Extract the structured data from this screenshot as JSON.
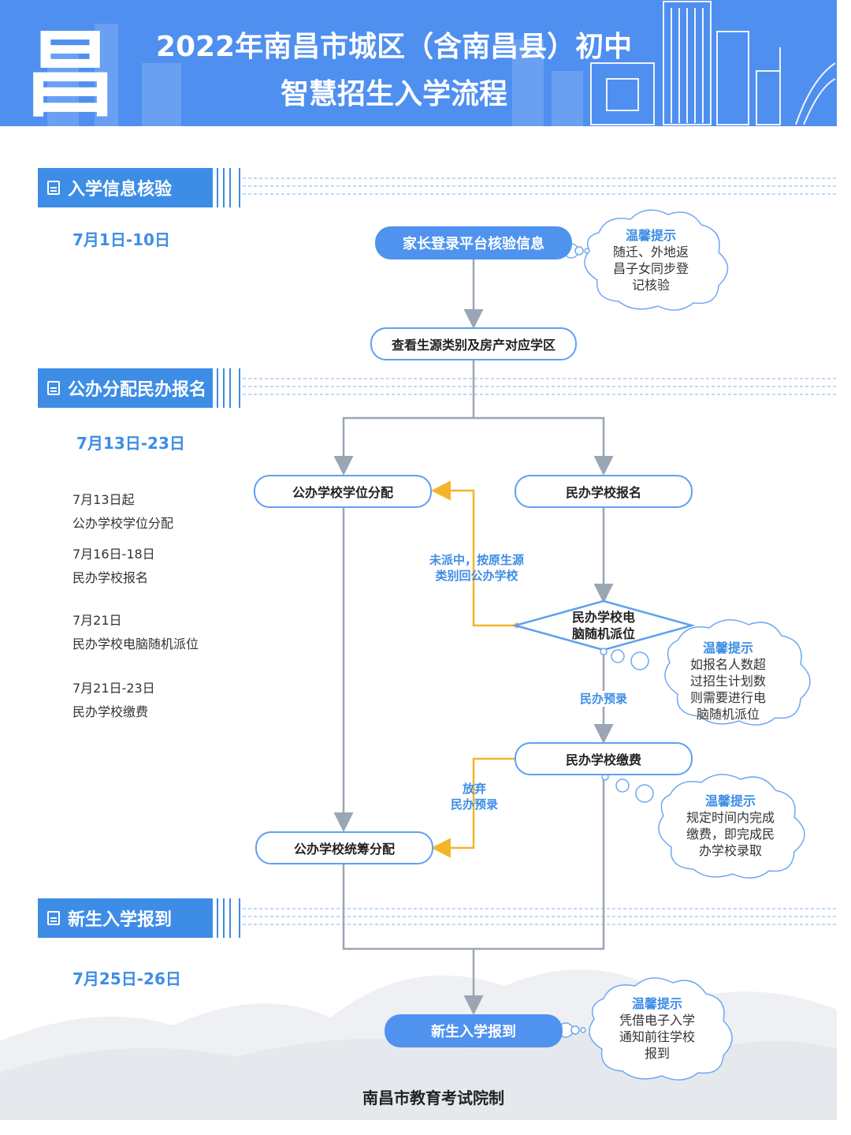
{
  "header": {
    "title_line1": "2022年南昌市城区（含南昌县）初中",
    "title_line2": "智慧招生入学流程",
    "logo_glyph": "昌"
  },
  "sections": [
    {
      "label": "入学信息核验",
      "date": "7月1日-10日"
    },
    {
      "label": "公办分配民办报名",
      "date": "7月13日-23日"
    },
    {
      "label": "新生入学报到",
      "date": "7月25日-26日"
    }
  ],
  "schedule": [
    {
      "date": "7月13日起",
      "desc": "公办学校学位分配"
    },
    {
      "date": "7月16日-18日",
      "desc": "民办学校报名"
    },
    {
      "date": "7月21日",
      "desc": "民办学校电脑随机派位"
    },
    {
      "date": "7月21日-23日",
      "desc": "民办学校缴费"
    }
  ],
  "flow": {
    "parent_login": "家长登录平台核验信息",
    "check_district": "查看生源类别及房产对应学区",
    "public_allocation": "公办学校学位分配",
    "private_signup": "民办学校报名",
    "lottery_line1": "民办学校电",
    "lottery_line2": "脑随机派位",
    "private_payment": "民办学校缴费",
    "public_overall": "公办学校统筹分配",
    "enroll": "新生入学报到"
  },
  "edge_labels": {
    "not_selected_line1": "未派中，按原生源",
    "not_selected_line2": "类别回公办学校",
    "private_admit": "民办预录",
    "give_up_line1": "放弃",
    "give_up_line2": "民办预录"
  },
  "tips": [
    {
      "title": "温馨提示",
      "lines": [
        "随迁、外地返",
        "昌子女同步登",
        "记核验"
      ]
    },
    {
      "title": "温馨提示",
      "lines": [
        "如报名人数超",
        "过招生计划数",
        "则需要进行电",
        "脑随机派位"
      ]
    },
    {
      "title": "温馨提示",
      "lines": [
        "规定时间内完成",
        "缴费，即完成民",
        "办学校录取"
      ]
    },
    {
      "title": "温馨提示",
      "lines": [
        "凭借电子入学",
        "通知前往学校",
        "报到"
      ]
    }
  ],
  "footer": "南昌市教育考试院制",
  "colors": {
    "banner": "#4f8ff0",
    "accent": "#3d8de6",
    "connector": "#9aa6b4",
    "return_arrow": "#f3b52a",
    "node_border": "#5ea0f2"
  }
}
